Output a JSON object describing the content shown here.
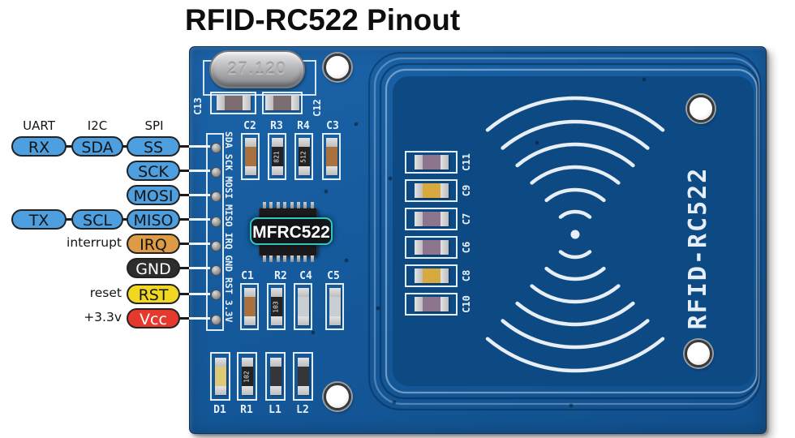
{
  "title": "RFID-RC522 Pinout",
  "pinout": {
    "column_headers": [
      "UART",
      "I2C",
      "SPI"
    ],
    "rows": [
      {
        "badges": [
          {
            "label": "RX",
            "col": "uart",
            "color": "blue"
          },
          {
            "label": "SDA",
            "col": "i2c",
            "color": "blue"
          },
          {
            "label": "SS",
            "col": "spi",
            "color": "blue"
          }
        ]
      },
      {
        "badges": [
          {
            "label": "SCK",
            "col": "spi",
            "color": "blue"
          }
        ]
      },
      {
        "badges": [
          {
            "label": "MOSI",
            "col": "spi",
            "color": "blue"
          }
        ]
      },
      {
        "badges": [
          {
            "label": "TX",
            "col": "uart",
            "color": "blue"
          },
          {
            "label": "SCL",
            "col": "i2c",
            "color": "blue"
          },
          {
            "label": "MISO",
            "col": "spi",
            "color": "blue"
          }
        ]
      },
      {
        "note": "interrupt",
        "badges": [
          {
            "label": "IRQ",
            "col": "spi",
            "color": "orange"
          }
        ]
      },
      {
        "badges": [
          {
            "label": "GND",
            "col": "spi",
            "color": "black"
          }
        ]
      },
      {
        "note": "reset",
        "badges": [
          {
            "label": "RST",
            "col": "spi",
            "color": "yellow"
          }
        ]
      },
      {
        "note": "+3.3v",
        "badges": [
          {
            "label": "Vcc",
            "col": "spi",
            "color": "red"
          }
        ]
      }
    ]
  },
  "board": {
    "crystal_label": "27.120",
    "pin_header_labels": "SDA SCK MOSI MISO IRQ GND RST 3.3V",
    "chip_label": "MFRC522",
    "board_name": "RFID-RC522",
    "components": {
      "top_caps": [
        {
          "label": "C13"
        },
        {
          "label": "C12"
        }
      ],
      "row1": [
        {
          "label": "C2",
          "type": "cap-brown"
        },
        {
          "label": "R3",
          "type": "resistor",
          "code": "821"
        },
        {
          "label": "R4",
          "type": "resistor",
          "code": "512"
        },
        {
          "label": "C3",
          "type": "cap-brown"
        }
      ],
      "row2": [
        {
          "label": "C1",
          "type": "cap-brown"
        },
        {
          "label": "R2",
          "type": "resistor",
          "code": "103"
        },
        {
          "label": "C4",
          "type": "cap-gray"
        },
        {
          "label": "C5",
          "type": "cap-gray"
        }
      ],
      "row3": [
        {
          "label": "D1",
          "type": "led"
        },
        {
          "label": "R1",
          "type": "resistor",
          "code": "102"
        },
        {
          "label": "L1",
          "type": "inductor"
        },
        {
          "label": "L2",
          "type": "inductor"
        }
      ],
      "mid_caps": [
        {
          "label": "C11",
          "type": "cap-purple"
        },
        {
          "label": "C9",
          "type": "cap-yellow"
        },
        {
          "label": "C7",
          "type": "cap-purple"
        },
        {
          "label": "C6",
          "type": "cap-purple"
        },
        {
          "label": "C8",
          "type": "cap-yellow"
        },
        {
          "label": "C10",
          "type": "cap-purple"
        }
      ]
    }
  },
  "colors": {
    "badge_blue": "#4d9fdf",
    "badge_orange": "#dd9b45",
    "badge_yellow": "#f0d822",
    "badge_red": "#e5392e",
    "badge_black": "#2d2d2d",
    "board_blue": "#155a9c",
    "antenna_blue": "#0d4a84",
    "silkscreen": "#e9f1f8",
    "chip_label_border": "#2fc7bd"
  }
}
